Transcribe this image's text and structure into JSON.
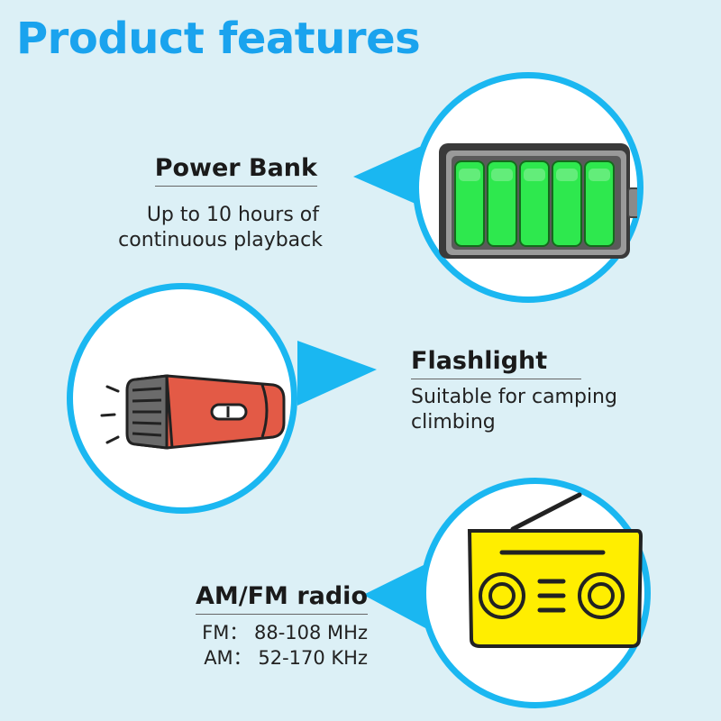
{
  "page": {
    "title": "Product features"
  },
  "features": {
    "power_bank": {
      "title": "Power Bank",
      "desc_line1": "Up to 10 hours of",
      "desc_line2": "continuous playback"
    },
    "flashlight": {
      "title": "Flashlight",
      "desc_line1": "Suitable for camping",
      "desc_line2": "climbing"
    },
    "radio": {
      "title": "AM/FM radio",
      "fm": "FM： 88-108 MHz",
      "am": "AM： 52-170 KHz"
    }
  },
  "colors": {
    "accent": "#1ab7f1",
    "title": "#1aa3ee",
    "background": "#dcf0f6",
    "battery_green": "#2ee84e",
    "flashlight_red": "#e35a46",
    "radio_yellow": "#ffee00"
  },
  "icons": [
    "battery-icon",
    "flashlight-icon",
    "radio-icon"
  ]
}
